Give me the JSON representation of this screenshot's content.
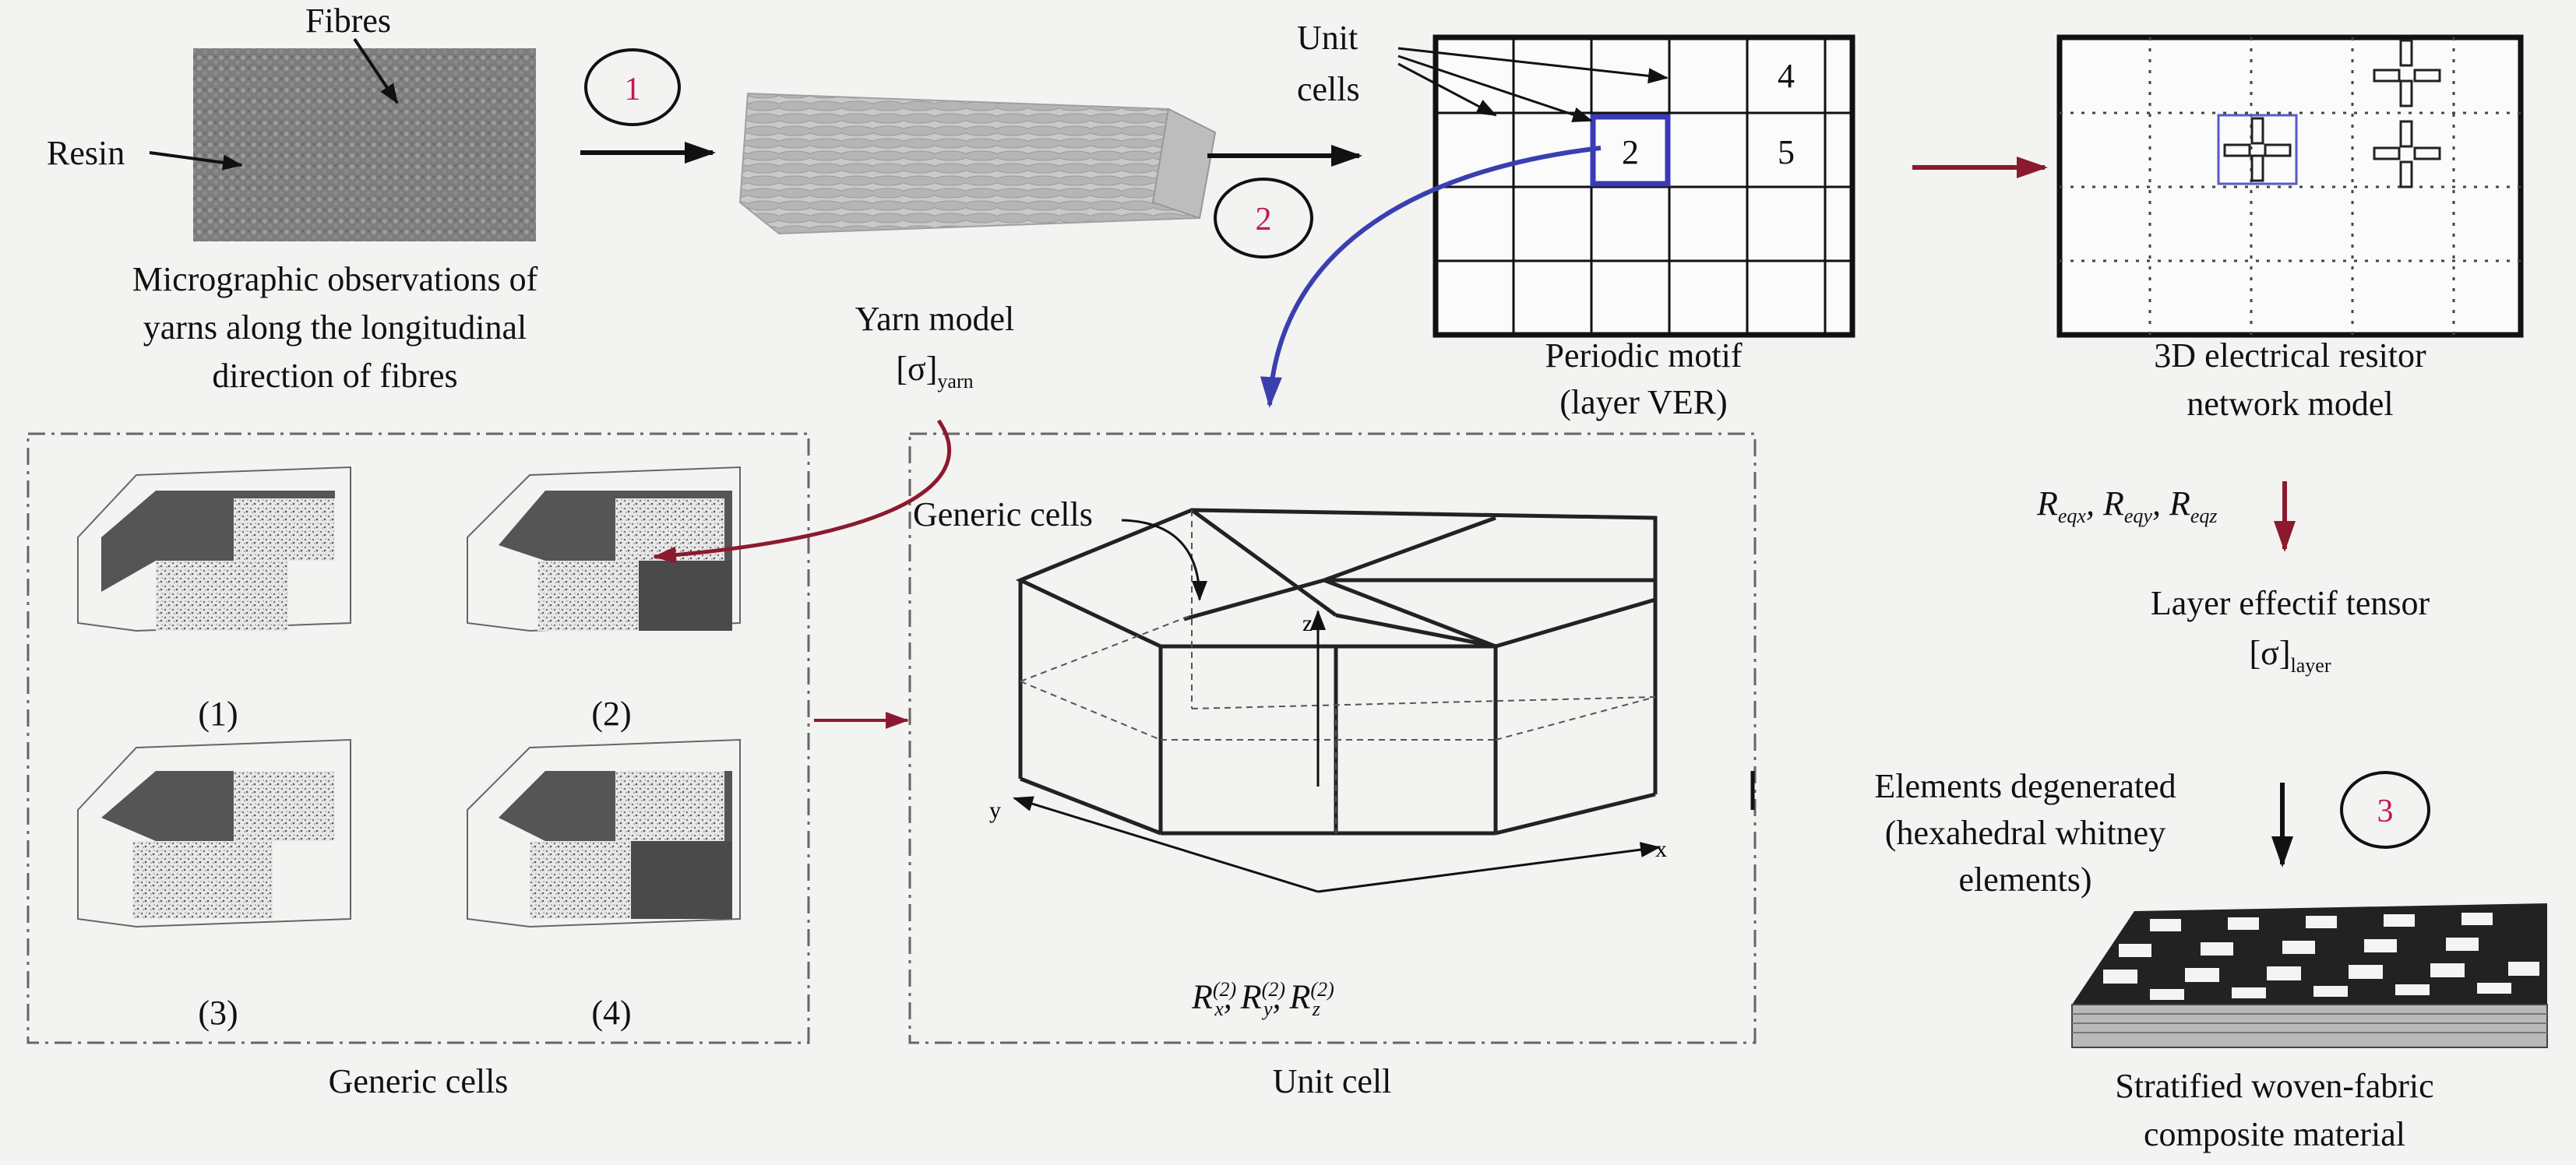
{
  "labels": {
    "fibres": "Fibres",
    "resin": "Resin",
    "micro_line1": "Micrographic observations of",
    "micro_line2": "yarns along the longitudinal",
    "micro_line3": "direction of fibres",
    "yarn_model": "Yarn model",
    "sigma_yarn": "[σ]",
    "sigma_yarn_sub": "yarn",
    "unit_cells_1": "Unit",
    "unit_cells_2": "cells",
    "periodic_1": "Periodic motif",
    "periodic_2": "(layer VER)",
    "network_1": "3D electrical resitor",
    "network_2": "network model",
    "req": "R",
    "req_x_sub": "eqx",
    "req_y_sub": "eqy",
    "req_z_sub": "eqz",
    "layer_tensor_1": "Layer effectif tensor",
    "sigma_layer": "[σ]",
    "sigma_layer_sub": "layer",
    "elements_1": "Elements degenerated",
    "elements_2": "(hexahedral whitney",
    "elements_3": "elements)",
    "stratified_1": "Stratified woven-fabric",
    "stratified_2": "composite material",
    "generic_cells_inner": "Generic cells",
    "generic_cells_caption": "Generic cells",
    "unit_cell_caption": "Unit cell",
    "cell_1": "(1)",
    "cell_2": "(2)",
    "cell_3": "(3)",
    "cell_4": "(4)",
    "rx": "R",
    "r_sup": "(2)",
    "r_x_sub": "x",
    "r_y_sub": "y",
    "r_z_sub": "z",
    "axis_x": "x",
    "axis_y": "y",
    "axis_z": "z"
  },
  "steps": [
    "1",
    "2",
    "3"
  ],
  "grid_numbers": [
    "4",
    "2",
    "5"
  ],
  "colors": {
    "step_number": "#c0185a",
    "red_arrow": "#8b1a2e",
    "blue_arrow": "#3a3fb0",
    "highlight_cell": "#3a3ab8"
  }
}
